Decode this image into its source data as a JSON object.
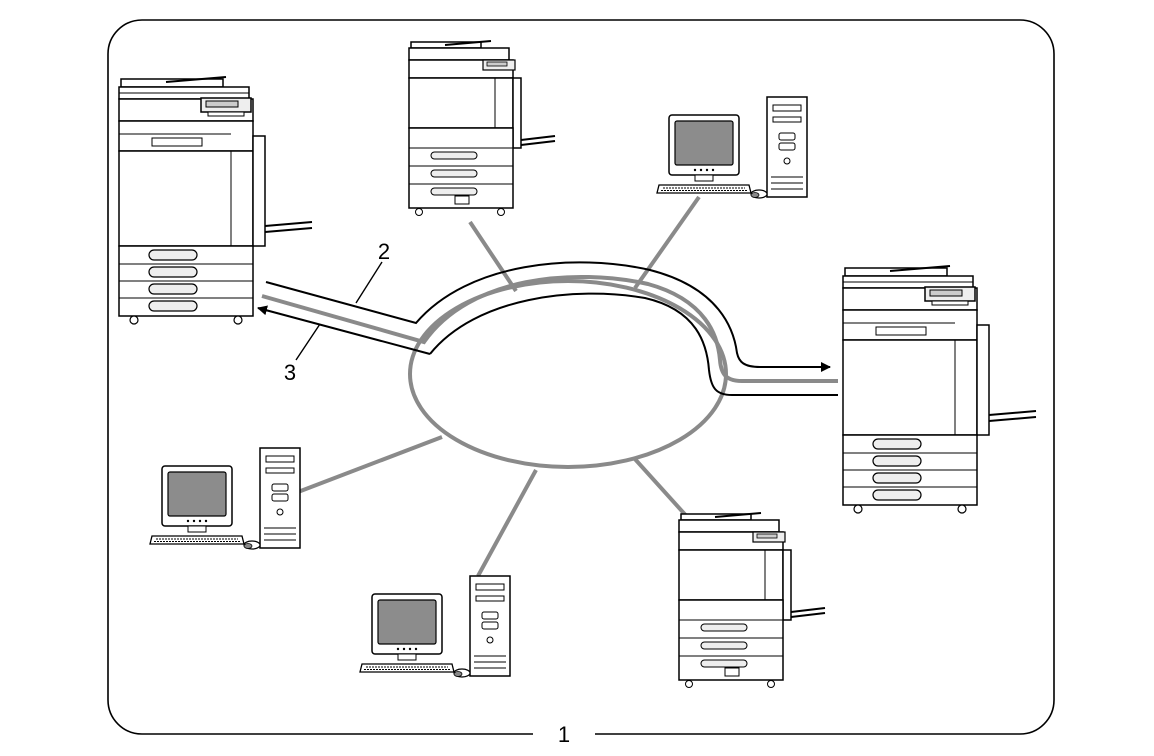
{
  "labels": {
    "network": "1",
    "send_path": "2",
    "receive_path": "3"
  },
  "devices": [
    {
      "type": "mfp",
      "name": "mfp-large-left"
    },
    {
      "type": "mfp",
      "name": "mfp-top"
    },
    {
      "type": "pc",
      "name": "pc-top-right"
    },
    {
      "type": "mfp",
      "name": "mfp-large-right"
    },
    {
      "type": "mfp",
      "name": "mfp-bottom-right"
    },
    {
      "type": "pc",
      "name": "pc-bottom"
    },
    {
      "type": "pc",
      "name": "pc-left"
    }
  ],
  "colors": {
    "line": "#000000",
    "network_ring": "#8a8a8a",
    "device_body": "#ffffff",
    "device_shade": "#d0d0d0",
    "screen": "#8c8c8c",
    "paper_tray": "#eeeeee"
  }
}
